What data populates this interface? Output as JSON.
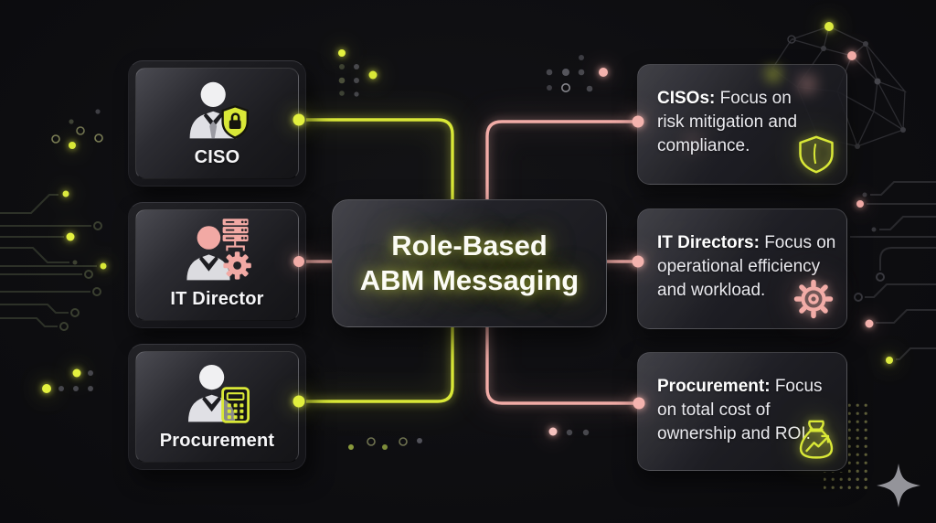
{
  "page": {
    "kind": "abm-infographic"
  },
  "center_card": {
    "title_line1": "Role-Based",
    "title_line2": "ABM Messaging"
  },
  "left_cards": [
    {
      "label": "CISO",
      "icon": "person-shield-lock-icon",
      "accent": "#d9e837"
    },
    {
      "label": "IT Director",
      "icon": "person-servers-gear-icon",
      "accent": "#f2aca7"
    },
    {
      "label": "Procurement",
      "icon": "person-calculator-icon",
      "accent": "#d9e837"
    }
  ],
  "right_cards": [
    {
      "lead": "CISOs:",
      "body": "Focus on risk mitigation and compliance.",
      "icon": "shield-outline-icon",
      "accent": "#d9e837"
    },
    {
      "lead": "IT Directors:",
      "body": "Focus on operational efficiency and workload.",
      "icon": "gear-outline-icon",
      "accent": "#f2aca7"
    },
    {
      "lead": "Procurement:",
      "body": "Focus on total cost of ownership and ROI.",
      "icon": "money-bag-growth-icon",
      "accent": "#d9e837"
    }
  ],
  "connectors": {
    "left_bracket_color": "#d9e837",
    "right_bracket_color": "#f2aca7",
    "middle_line_color": "#f2aca7"
  },
  "colors": {
    "background": "#0c0c0f",
    "lime": "#d9e837",
    "pink": "#f2aca7",
    "card_text": "#e9e9ee",
    "label_text": "#f6f6f8"
  },
  "decorations": {
    "top_right": "network-constellation",
    "left_edge": "circuit-traces",
    "right_edge": "circuit-traces",
    "bottom_right": "four-point-star-icon"
  }
}
